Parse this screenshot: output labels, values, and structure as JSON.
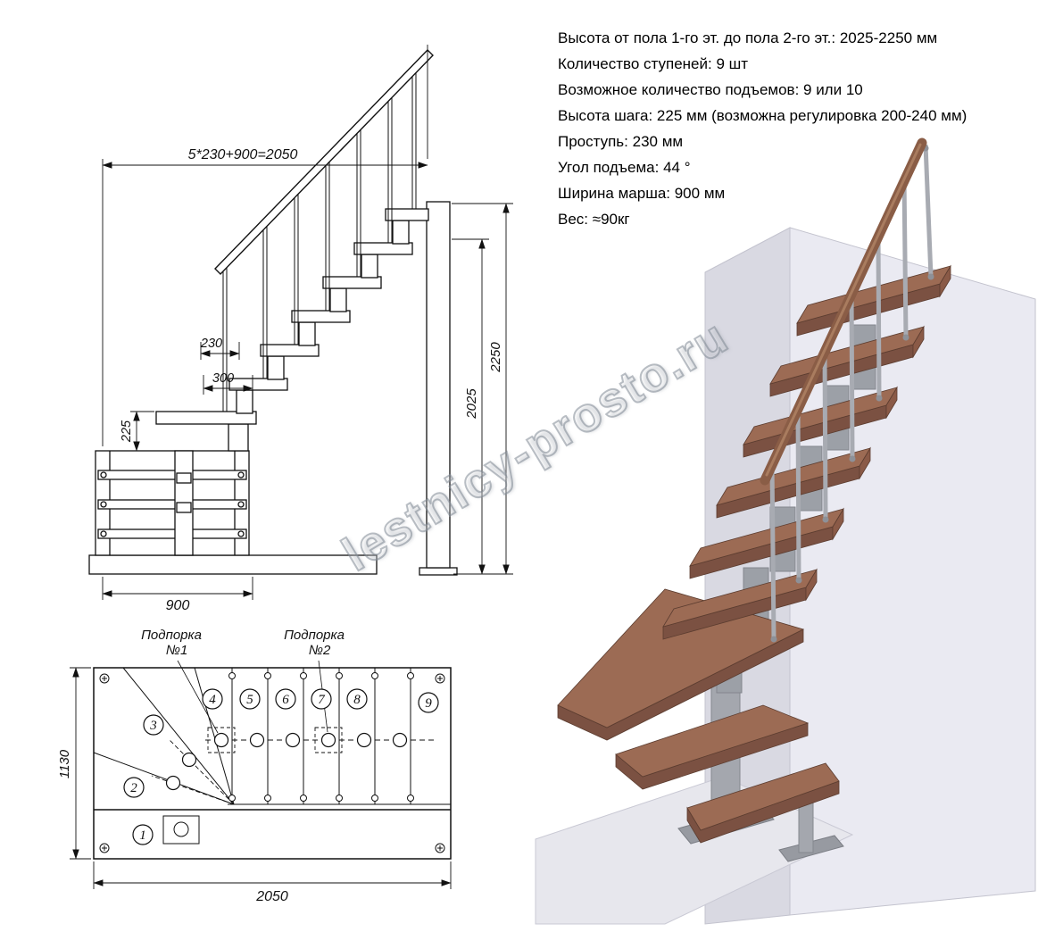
{
  "specs": {
    "lines": [
      "Высота от пола 1-го эт. до пола 2-го эт.: 2025-2250 мм",
      "Количество ступеней: 9 шт",
      "Возможное количество подъемов: 9 или 10",
      "Высота шага: 225 мм (возможна регулировка 200-240 мм)",
      "Проступь: 230 мм",
      "Угол подъема: 44 °",
      "Ширина марша: 900 мм",
      "Вес: ≈90кг"
    ]
  },
  "elevation": {
    "dim_total": "5*230+900=2050",
    "dim_tread": "230",
    "dim_platform": "300",
    "dim_riser": "225",
    "dim_floor": "2025",
    "dim_full_height": "2250",
    "dim_width": "900"
  },
  "plan": {
    "support1_title": "Подпорка",
    "support1_num": "№1",
    "support2_title": "Подпорка",
    "support2_num": "№2",
    "steps": [
      "1",
      "2",
      "3",
      "4",
      "5",
      "6",
      "7",
      "8",
      "9"
    ],
    "dim_depth": "1130",
    "dim_length": "2050"
  },
  "watermark": "lestnicy-prosto.ru",
  "colors": {
    "wood_top": "#9c6b54",
    "wood_front": "#7b5142",
    "metal": "#a8abb2",
    "wall": "#e9e9f0",
    "line": "#111111"
  }
}
